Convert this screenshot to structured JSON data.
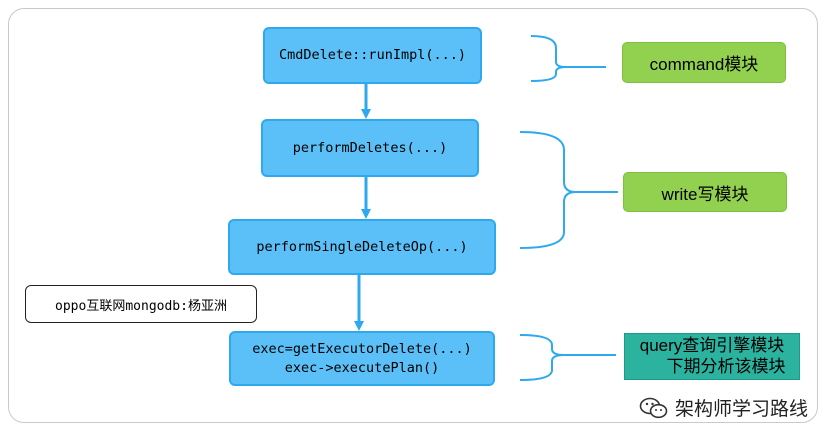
{
  "flow": {
    "step1": "CmdDelete::runImpl(...)",
    "step2": "performDeletes(...)",
    "step3": "performSingleDeleteOp(...)",
    "step4_line1": "exec=getExecutorDelete(...)",
    "step4_line2": "exec->executePlan()"
  },
  "modules": {
    "command": "command模块",
    "write": "write写模块",
    "query_line1": "query查询引擎模块",
    "query_line2": "下期分析该模块"
  },
  "note": "oppo互联网mongodb:杨亚洲",
  "watermark": "架构师学习路线",
  "colors": {
    "box_fill": "#5bc0f8",
    "box_border": "#2ea9ee",
    "arrow": "#2ea9ee",
    "module_green": "#92d050",
    "module_teal": "#2bb39f"
  }
}
